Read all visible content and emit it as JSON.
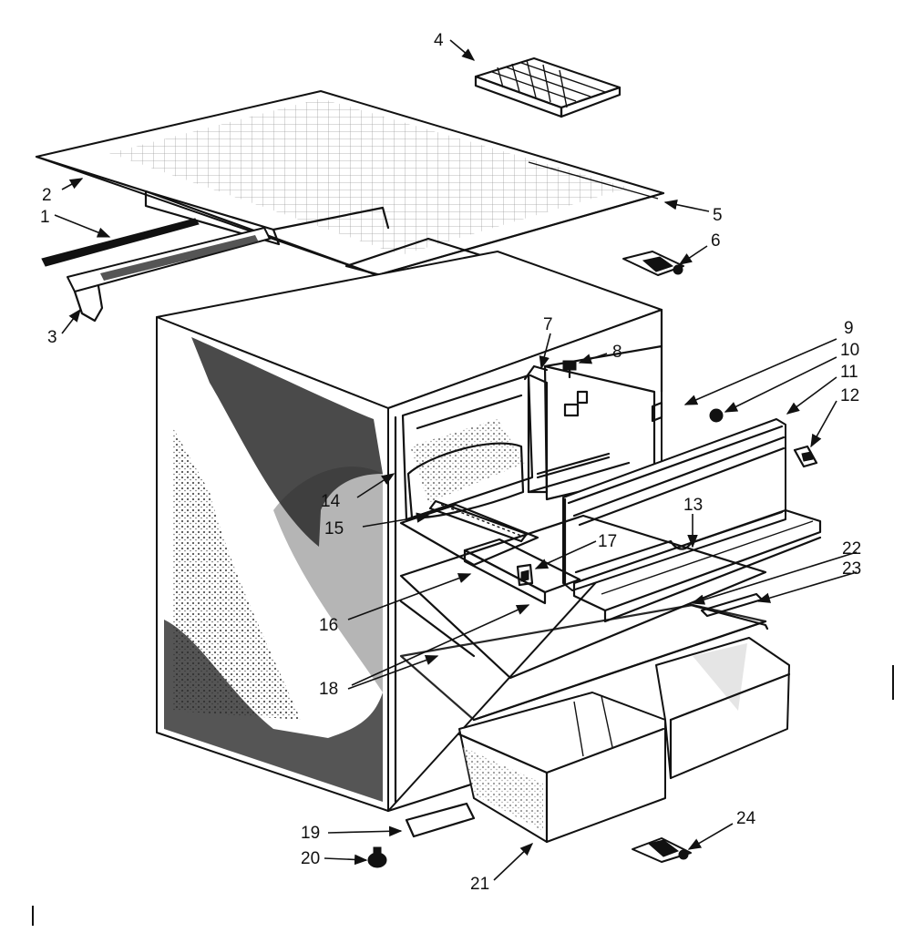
{
  "callouts": [
    {
      "id": "c1",
      "text": "1"
    },
    {
      "id": "c2",
      "text": "2"
    },
    {
      "id": "c3",
      "text": "3"
    },
    {
      "id": "c4",
      "text": "4"
    },
    {
      "id": "c5",
      "text": "5"
    },
    {
      "id": "c6",
      "text": "6"
    },
    {
      "id": "c7",
      "text": "7"
    },
    {
      "id": "c8",
      "text": "8"
    },
    {
      "id": "c9",
      "text": "9"
    },
    {
      "id": "c10",
      "text": "10"
    },
    {
      "id": "c11",
      "text": "11"
    },
    {
      "id": "c12",
      "text": "12"
    },
    {
      "id": "c13",
      "text": "13"
    },
    {
      "id": "c14",
      "text": "14"
    },
    {
      "id": "c15",
      "text": "15"
    },
    {
      "id": "c16",
      "text": "16"
    },
    {
      "id": "c17",
      "text": "17"
    },
    {
      "id": "c18",
      "text": "18"
    },
    {
      "id": "c19",
      "text": "19"
    },
    {
      "id": "c20",
      "text": "20"
    },
    {
      "id": "c21",
      "text": "21"
    },
    {
      "id": "c22",
      "text": "22"
    },
    {
      "id": "c23",
      "text": "23"
    },
    {
      "id": "c24",
      "text": "24"
    }
  ],
  "colors": {
    "ink": "#111111",
    "paper": "#ffffff"
  }
}
